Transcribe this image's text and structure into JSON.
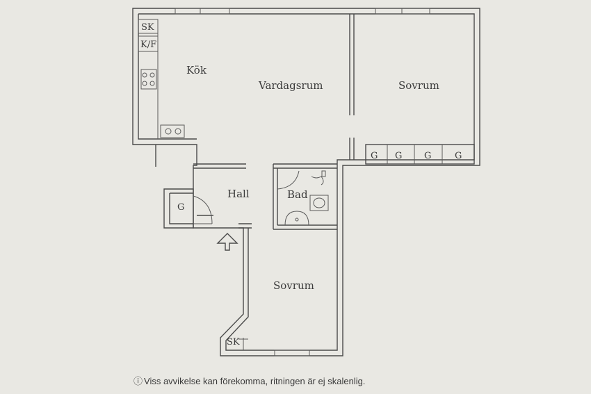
{
  "rooms": {
    "kitchen": "Kök",
    "living": "Vardagsrum",
    "bedroom_1": "Sovrum",
    "hall": "Hall",
    "bath": "Bad",
    "bedroom_2": "Sovrum"
  },
  "fixtures": {
    "closet_sk_kitchen": "SK",
    "fridge_freezer": "K/F",
    "closet_sk_bedroom": "SK",
    "wardrobe_hall": "G",
    "wardrobes_bedroom": [
      "G",
      "G",
      "G",
      "G"
    ]
  },
  "footer": {
    "icon": "info-circle-icon",
    "text": "Viss avvikelse kan förekomma, ritningen är ej skalenlig.",
    "info_glyph": "ⓘ"
  },
  "colors": {
    "paper": "#e9e8e3",
    "ink": "#4a4a4a"
  }
}
